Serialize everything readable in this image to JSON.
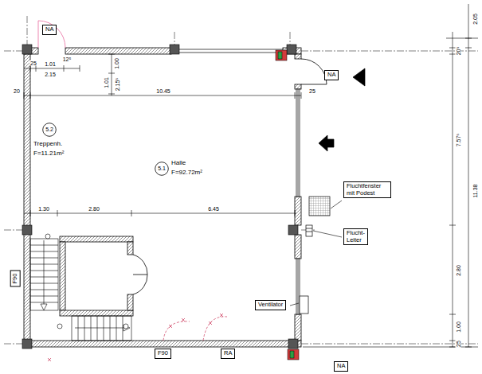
{
  "diagram": {
    "nodes": [
      {
        "text": [
          "NA"
        ]
      },
      {
        "text": [
          "5.2",
          "Treppenh. F=11.21m²"
        ]
      },
      {
        "text": [
          "5.1",
          "Halle F=92.72m²"
        ]
      },
      {
        "text": [
          "NA"
        ]
      },
      {
        "text": [
          "Fluchtfenster mit Podest"
        ]
      },
      {
        "text": [
          "Flucht- Leiter"
        ]
      },
      {
        "text": [
          "F90"
        ]
      },
      {
        "text": [
          "Ventilator"
        ]
      },
      {
        "text": [
          "F90"
        ]
      },
      {
        "text": [
          "RA"
        ]
      },
      {
        "text": [
          "NA"
        ]
      }
    ],
    "labels": [
      "25",
      "1.01",
      "12⁵",
      "2.15",
      "1.00",
      "1.01",
      "2.15⁵",
      "20",
      "10.45",
      "25",
      "1.30",
      "2.80",
      "6.45",
      "2.05",
      "20⁵",
      "7.57⁵",
      "11.38",
      "2.80",
      "1.00",
      "25"
    ]
  }
}
